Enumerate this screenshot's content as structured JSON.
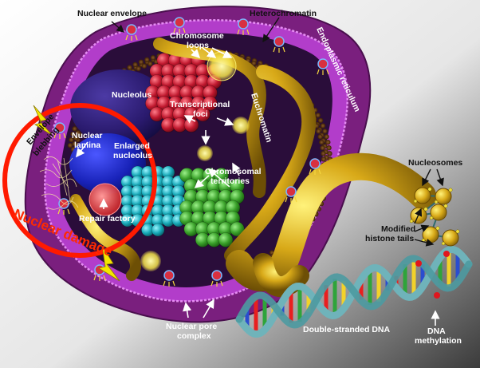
{
  "labels": {
    "nuclear_envelope": "Nuclear envelope",
    "heterochromatin": "Heterochromatin",
    "chromosome_loops_1": "Chromosome",
    "chromosome_loops_2": "loops",
    "endoplasmic_reticulum": "Endoplasmic reticulum",
    "nucleolus": "Nucleolus",
    "euchromatin": "Euchromatin",
    "transcriptional_foci_1": "Transcriptional",
    "transcriptional_foci_2": "foci",
    "envelope_blebbing_1": "Envelope",
    "envelope_blebbing_2": "blebbing",
    "nuclear_lamina_1": "Nuclear",
    "nuclear_lamina_2": "lamina",
    "enlarged_nucleolus_1": "Enlarged",
    "enlarged_nucleolus_2": "nucleolus",
    "chromosomal_territories_1": "Chromosomal",
    "chromosomal_territories_2": "territories",
    "repair_factory": "Repair factory",
    "nuclear_damage": "Nuclear damage",
    "nucleosomes": "Nucleosomes",
    "modified_histone_tails_1": "Modified",
    "modified_histone_tails_2": "histone tails",
    "nuclear_pore_complex_1": "Nuclear pore",
    "nuclear_pore_complex_2": "complex",
    "double_stranded_dna": "Double-stranded DNA",
    "dna_methylation_1": "DNA",
    "dna_methylation_2": "methylation"
  },
  "colors": {
    "envelope": "#9b2fb0",
    "er": "#7a1f7e",
    "heterochromatin": "#5a3212",
    "chromatin_gold": "#d8a918",
    "nucleolus": "#2a1a6e",
    "territory_red": "#c0182e",
    "territory_teal": "#17a9b8",
    "territory_green": "#3aa12a",
    "damage_ring": "#ff1a00",
    "lightning": "#f5e600"
  }
}
